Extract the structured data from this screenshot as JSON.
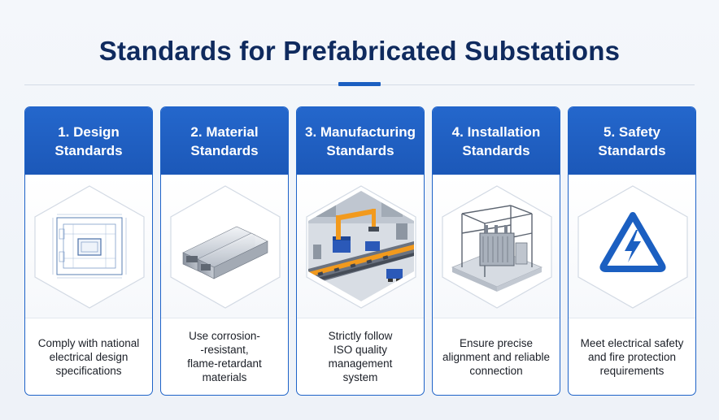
{
  "page": {
    "title": "Standards for Prefabricated Substations"
  },
  "cards": [
    {
      "title_lines": [
        "1. Design",
        "Standards"
      ],
      "icon": "blueprint-icon",
      "desc_lines": [
        "Comply with national",
        "electrical design",
        "specifications"
      ]
    },
    {
      "title_lines": [
        "2. Material",
        "Standards"
      ],
      "icon": "steel-beams-icon",
      "desc_lines": [
        "Use corrosion-",
        "-resistant,",
        "flame-retardant",
        "materials"
      ]
    },
    {
      "title_lines": [
        "3. Manufacturing",
        "Standards"
      ],
      "icon": "factory-robot-icon",
      "desc_lines": [
        "Strictly follow",
        "ISO quality",
        "management",
        "system"
      ]
    },
    {
      "title_lines": [
        "4. Installation",
        "Standards"
      ],
      "icon": "substation-frame-icon",
      "desc_lines": [
        "Ensure precise",
        "alignment and reliable",
        "connection"
      ]
    },
    {
      "title_lines": [
        "5. Safety",
        "Standards"
      ],
      "icon": "high-voltage-warning-icon",
      "desc_lines": [
        "Meet electrical safety",
        "and fire protection",
        "requirements"
      ]
    }
  ],
  "colors": {
    "primary": "#1e63c8",
    "title": "#0f2a5e",
    "warning_blue": "#1b5fc1",
    "accent_orange": "#f29a1d"
  }
}
